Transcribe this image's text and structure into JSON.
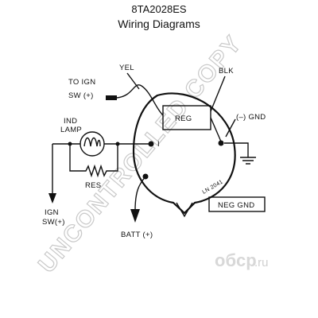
{
  "header": {
    "part_number": "8TA2028ES",
    "subtitle": "Wiring Diagrams"
  },
  "labels": {
    "yel": "YEL",
    "blk": "BLK",
    "to_ign": "TO IGN",
    "sw_plus": "SW (+)",
    "reg": "REG",
    "gnd": "(–) GND",
    "ind": "IND",
    "lamp": "LAMP",
    "res": "RES",
    "ign": "IGN",
    "sw_plus2": "SW(+)",
    "neg_gnd": "NEG GND",
    "batt": "BATT (+)",
    "code": "LN 2041"
  },
  "watermark": {
    "text": "UNCONTROLLED COPY",
    "logo": "oбcp",
    "logo_suffix": ".ru"
  }
}
